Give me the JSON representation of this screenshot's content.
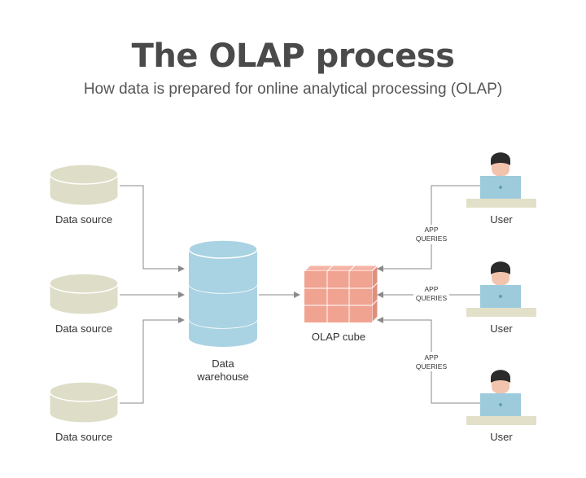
{
  "title": "The OLAP process",
  "subtitle": "How data is prepared for online analytical processing (OLAP)",
  "sources": [
    {
      "label": "Data source"
    },
    {
      "label": "Data source"
    },
    {
      "label": "Data source"
    }
  ],
  "warehouse": {
    "line1": "Data",
    "line2": "warehouse"
  },
  "cube": {
    "label": "OLAP cube"
  },
  "users": [
    {
      "label": "User",
      "query_line1": "APP",
      "query_line2": "QUERIES"
    },
    {
      "label": "User",
      "query_line1": "APP",
      "query_line2": "QUERIES"
    },
    {
      "label": "User",
      "query_line1": "APP",
      "query_line2": "QUERIES"
    }
  ],
  "colors": {
    "source": "#deddc7",
    "warehouse": "#a9d3e3",
    "cube": "#f1a391",
    "monitor": "#9dcbdc",
    "desk": "#e2e0c8",
    "hair": "#2b2b2b",
    "skin": "#f2c3ad",
    "arrow": "#8a8a8a"
  }
}
